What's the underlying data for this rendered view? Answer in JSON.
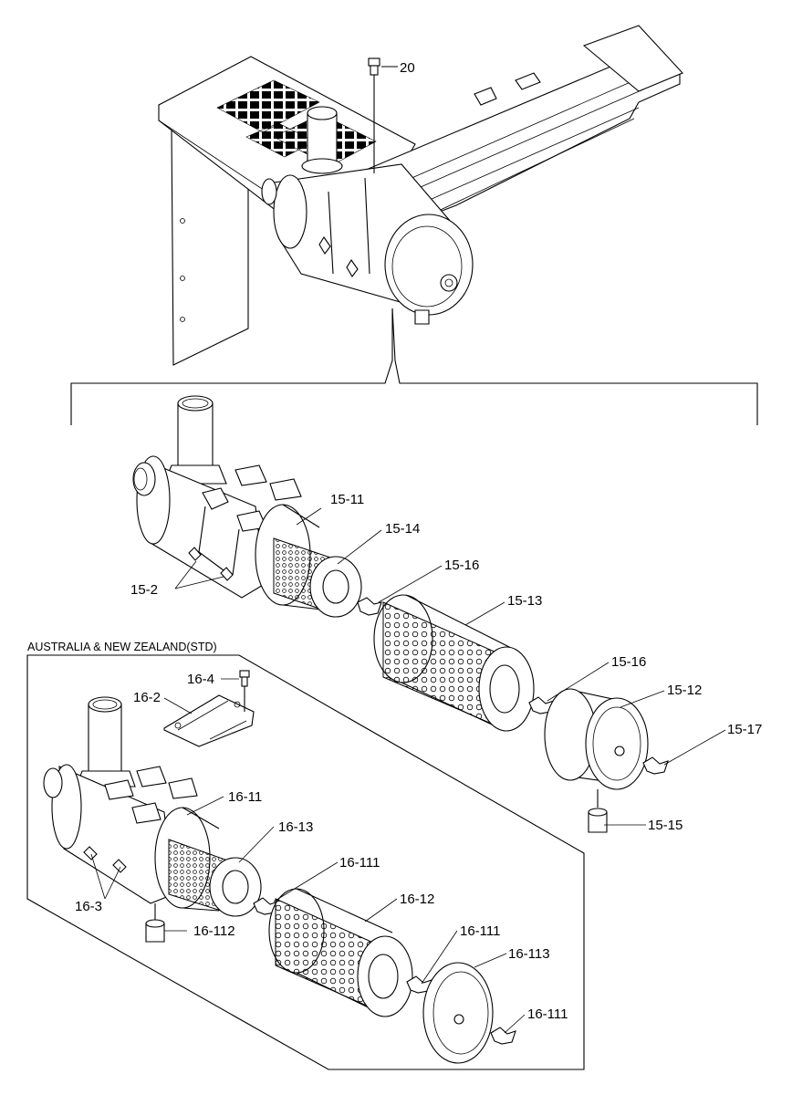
{
  "region_title": "AUSTRALIA & NEW ZEALAND(STD)",
  "labels": {
    "p20": "20",
    "p15_11": "15-11",
    "p15_14": "15-14",
    "p15_16a": "15-16",
    "p15_13": "15-13",
    "p15_2": "15-2",
    "p15_16b": "15-16",
    "p15_12": "15-12",
    "p15_17": "15-17",
    "p15_15": "15-15",
    "p16_4": "16-4",
    "p16_2": "16-2",
    "p16_11": "16-11",
    "p16_13": "16-13",
    "p16_111a": "16-111",
    "p16_3": "16-3",
    "p16_12": "16-12",
    "p16_112": "16-112",
    "p16_111b": "16-111",
    "p16_113": "16-113",
    "p16_111c": "16-111"
  }
}
